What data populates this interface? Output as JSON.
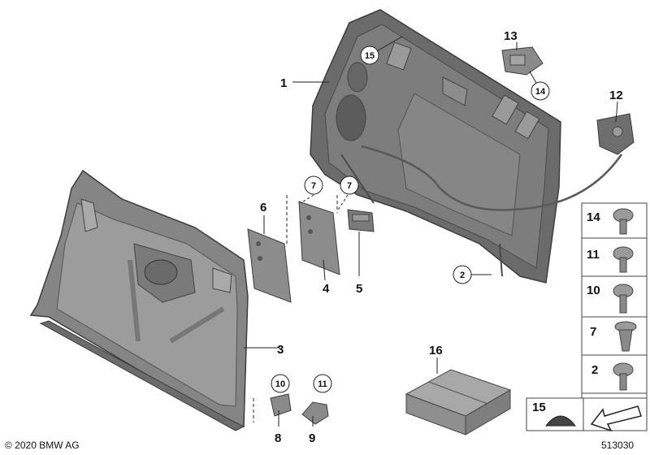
{
  "callouts": {
    "c1": "1",
    "c2": "2",
    "c3": "3",
    "c4": "4",
    "c5": "5",
    "c6": "6",
    "c7a": "7",
    "c7b": "7",
    "c8": "8",
    "c9": "9",
    "c10": "10",
    "c11": "11",
    "c12": "12",
    "c13": "13",
    "c14": "14",
    "c15": "15",
    "c16": "16"
  },
  "legend": [
    "14",
    "11",
    "10",
    "7",
    "2",
    "15"
  ],
  "footer": {
    "copyright": "© 2020 BMW AG",
    "diagram_number": "513030"
  },
  "colors": {
    "part_dark": "#5a5a5a",
    "part_mid": "#7d7d7d",
    "part_light": "#a9a9a9",
    "legend_border": "#444444"
  }
}
